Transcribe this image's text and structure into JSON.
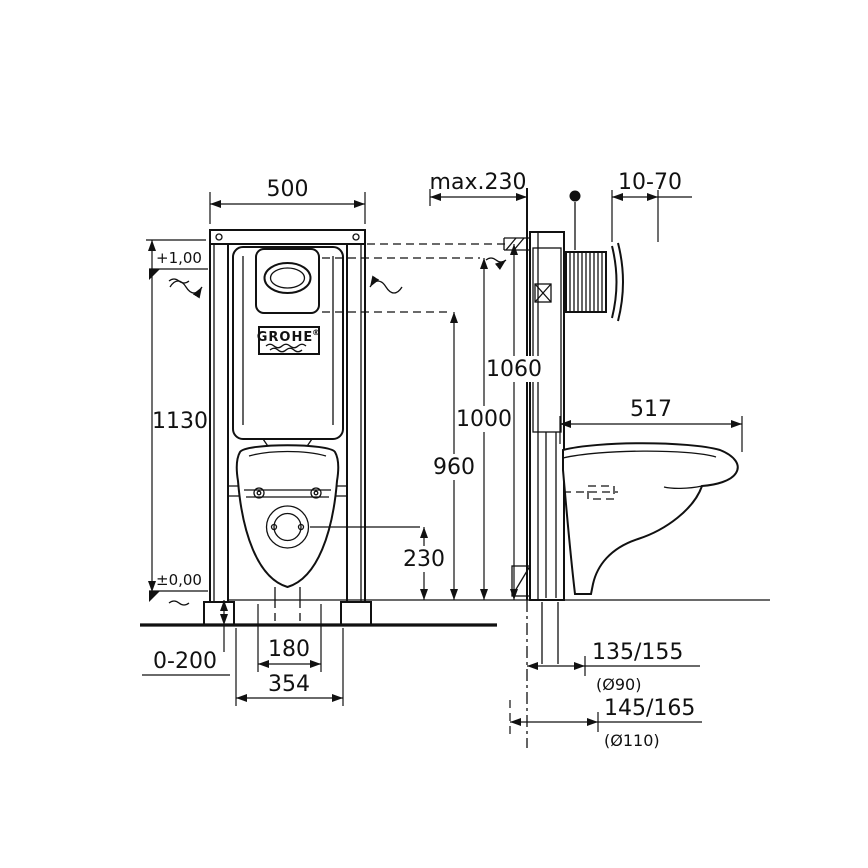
{
  "drawing": {
    "brand": "GROHE",
    "registered_mark": "®",
    "front_view": {
      "width_label": "500",
      "height_label": "1130",
      "level_top": "+1,00",
      "level_floor": "±0,00",
      "foot_adjust_label": "0-200",
      "drain_spacing_label": "180",
      "fixing_width_label": "354"
    },
    "side_view": {
      "depth_label": "max.230",
      "plate_adjust_label": "10-70",
      "height_1060": "1060",
      "height_1000": "1000",
      "height_960": "960",
      "outlet_height_label": "230",
      "bowl_depth_label": "517",
      "outlet_90": {
        "label": "135/155",
        "diameter": "(Ø90)"
      },
      "outlet_110": {
        "label": "145/165",
        "diameter": "(Ø110)"
      }
    }
  }
}
